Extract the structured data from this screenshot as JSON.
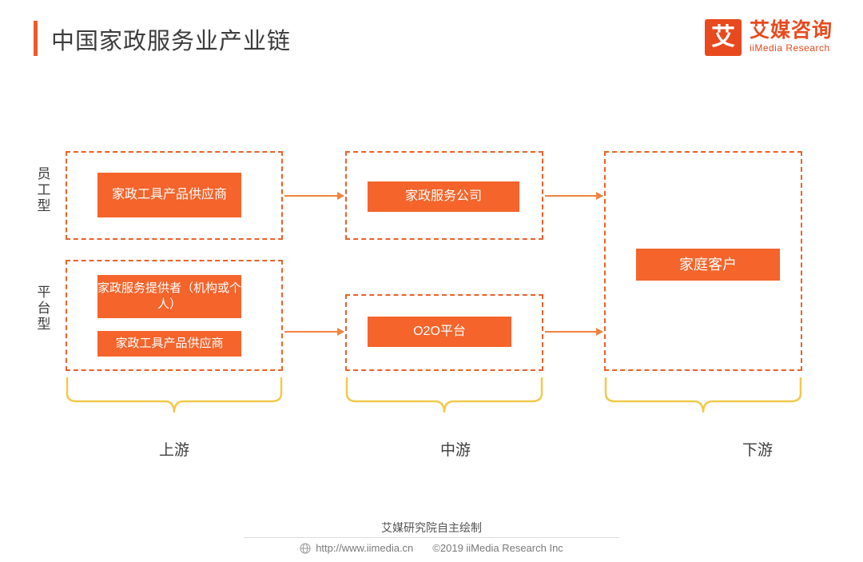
{
  "header": {
    "title": "中国家政服务业产业链",
    "logo_mark": "艾",
    "logo_cn": "艾媒咨询",
    "logo_en": "iiMedia Research",
    "accent_color": "#F05A28",
    "brand_color": "#E8491E"
  },
  "diagram": {
    "type": "flow",
    "row_labels": [
      {
        "id": "employee",
        "text": "员工型"
      },
      {
        "id": "platform",
        "text": "平台型"
      }
    ],
    "nodes": {
      "supplier": "家政工具产品供应商",
      "company": "家政服务公司",
      "provider": "家政服务提供者（机构或个人）",
      "tool_supplier": "家政工具产品供应商",
      "o2o": "O2O平台",
      "customer": "家庭客户"
    },
    "zones": [
      {
        "id": "upstream",
        "text": "上游"
      },
      {
        "id": "midstream",
        "text": "中游"
      },
      {
        "id": "downstream",
        "text": "下游"
      }
    ],
    "node_color": "#F4642B",
    "dashed_color": "#E8622A",
    "brace_color": "#F2C94C"
  },
  "footer": {
    "note": "艾媒研究院自主绘制",
    "url": "http://www.iimedia.cn",
    "copyright": "©2019  iiMedia Research  Inc"
  }
}
